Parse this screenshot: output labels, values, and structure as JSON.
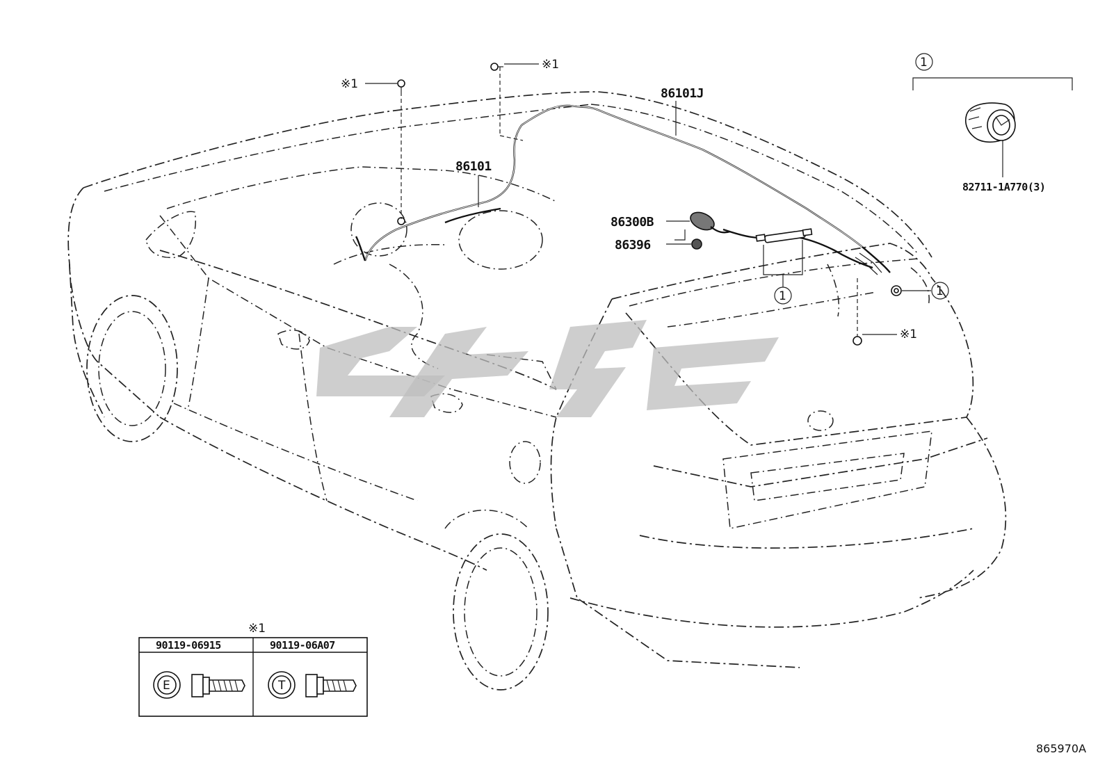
{
  "parts": {
    "p86101J": "86101J",
    "p86101": "86101",
    "p86300B": "86300B",
    "p86396": "86396",
    "p82711": "82711-1A770(3)"
  },
  "refs": {
    "ref1": "※1",
    "circle1": "1"
  },
  "bolt_table": {
    "header_ref": "※1",
    "col1_part": "90119-06915",
    "col1_marker": "E",
    "col2_part": "90119-06A07",
    "col2_marker": "T"
  },
  "figure_code": "865970A"
}
